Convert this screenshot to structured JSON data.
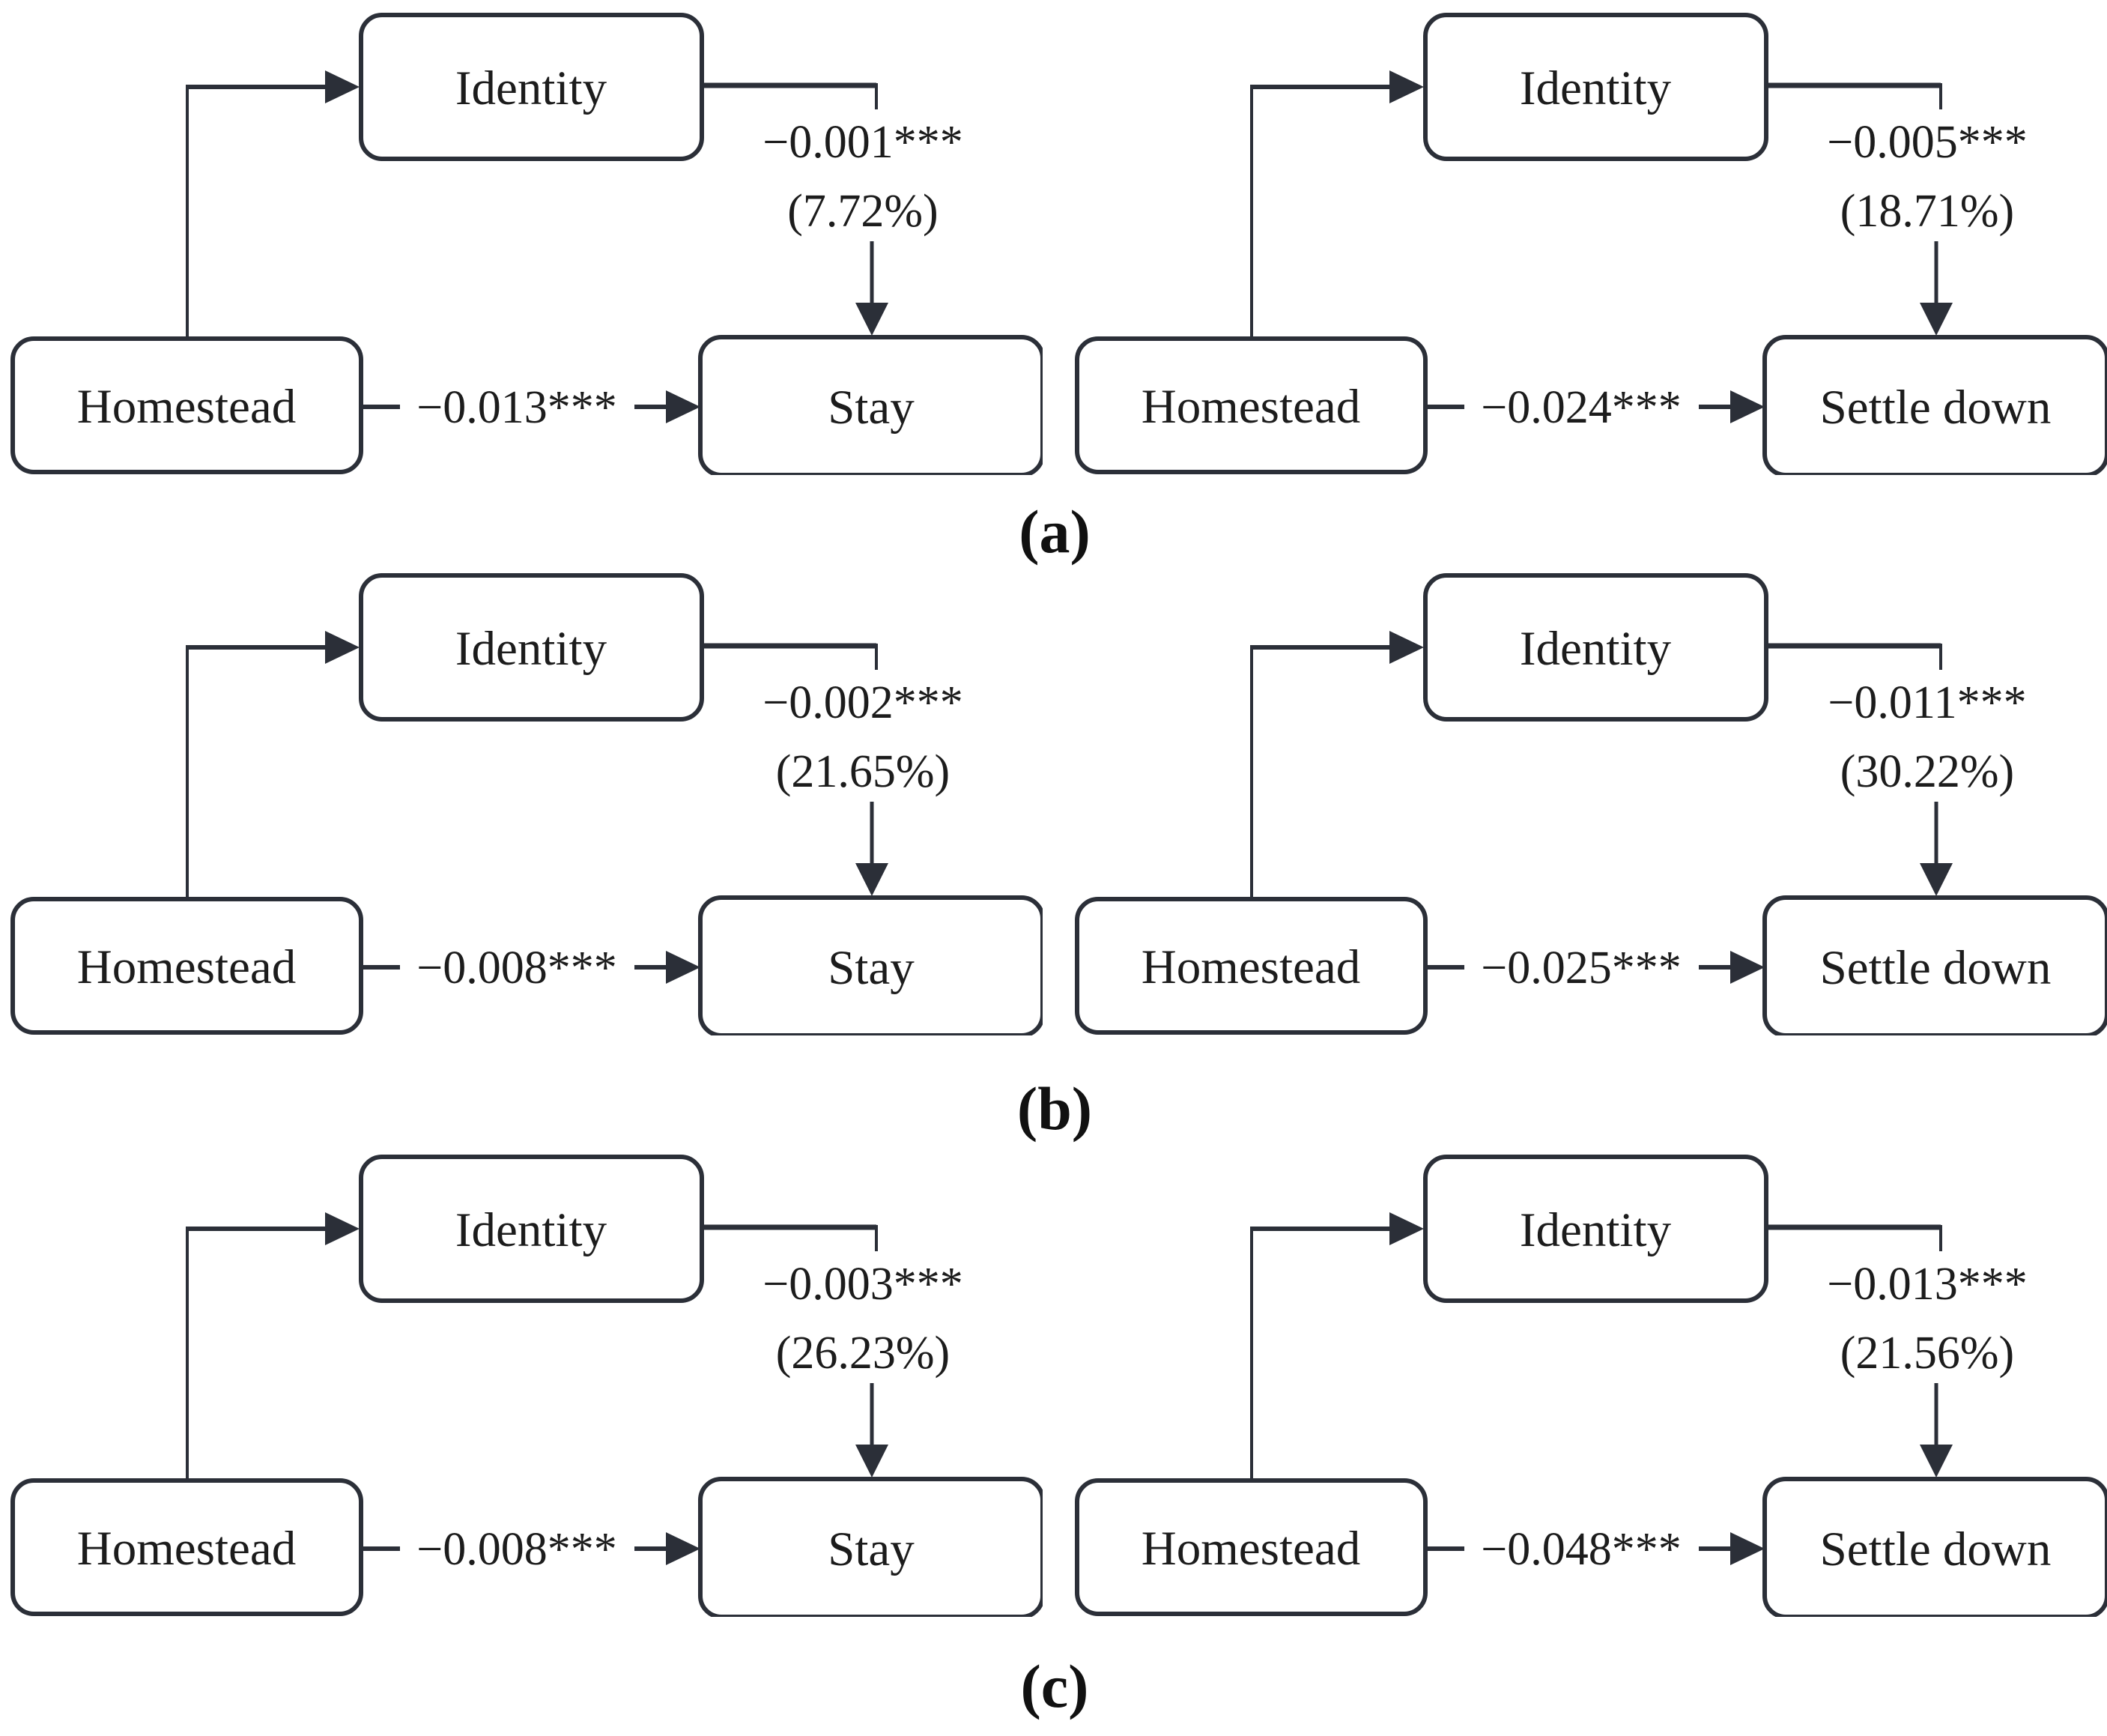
{
  "colors": {
    "line": "#2b2f38",
    "text": "#1c1c1c",
    "background": "#ffffff"
  },
  "rows": [
    {
      "label": "(a)",
      "panels": [
        {
          "exposure": "Homestead",
          "mediator": "Identity",
          "outcome": "Stay",
          "indirect_coef": "−0.001***",
          "mediated_share": "(7.72%)",
          "direct_coef": "−0.013***"
        },
        {
          "exposure": "Homestead",
          "mediator": "Identity",
          "outcome": "Settle down",
          "indirect_coef": "−0.005***",
          "mediated_share": "(18.71%)",
          "direct_coef": "−0.024***"
        }
      ]
    },
    {
      "label": "(b)",
      "panels": [
        {
          "exposure": "Homestead",
          "mediator": "Identity",
          "outcome": "Stay",
          "indirect_coef": "−0.002***",
          "mediated_share": "(21.65%)",
          "direct_coef": "−0.008***"
        },
        {
          "exposure": "Homestead",
          "mediator": "Identity",
          "outcome": "Settle down",
          "indirect_coef": "−0.011***",
          "mediated_share": "(30.22%)",
          "direct_coef": "−0.025***"
        }
      ]
    },
    {
      "label": "(c)",
      "panels": [
        {
          "exposure": "Homestead",
          "mediator": "Identity",
          "outcome": "Stay",
          "indirect_coef": "−0.003***",
          "mediated_share": "(26.23%)",
          "direct_coef": "−0.008***"
        },
        {
          "exposure": "Homestead",
          "mediator": "Identity",
          "outcome": "Settle down",
          "indirect_coef": "−0.013***",
          "mediated_share": "(21.56%)",
          "direct_coef": "−0.048***"
        }
      ]
    }
  ]
}
